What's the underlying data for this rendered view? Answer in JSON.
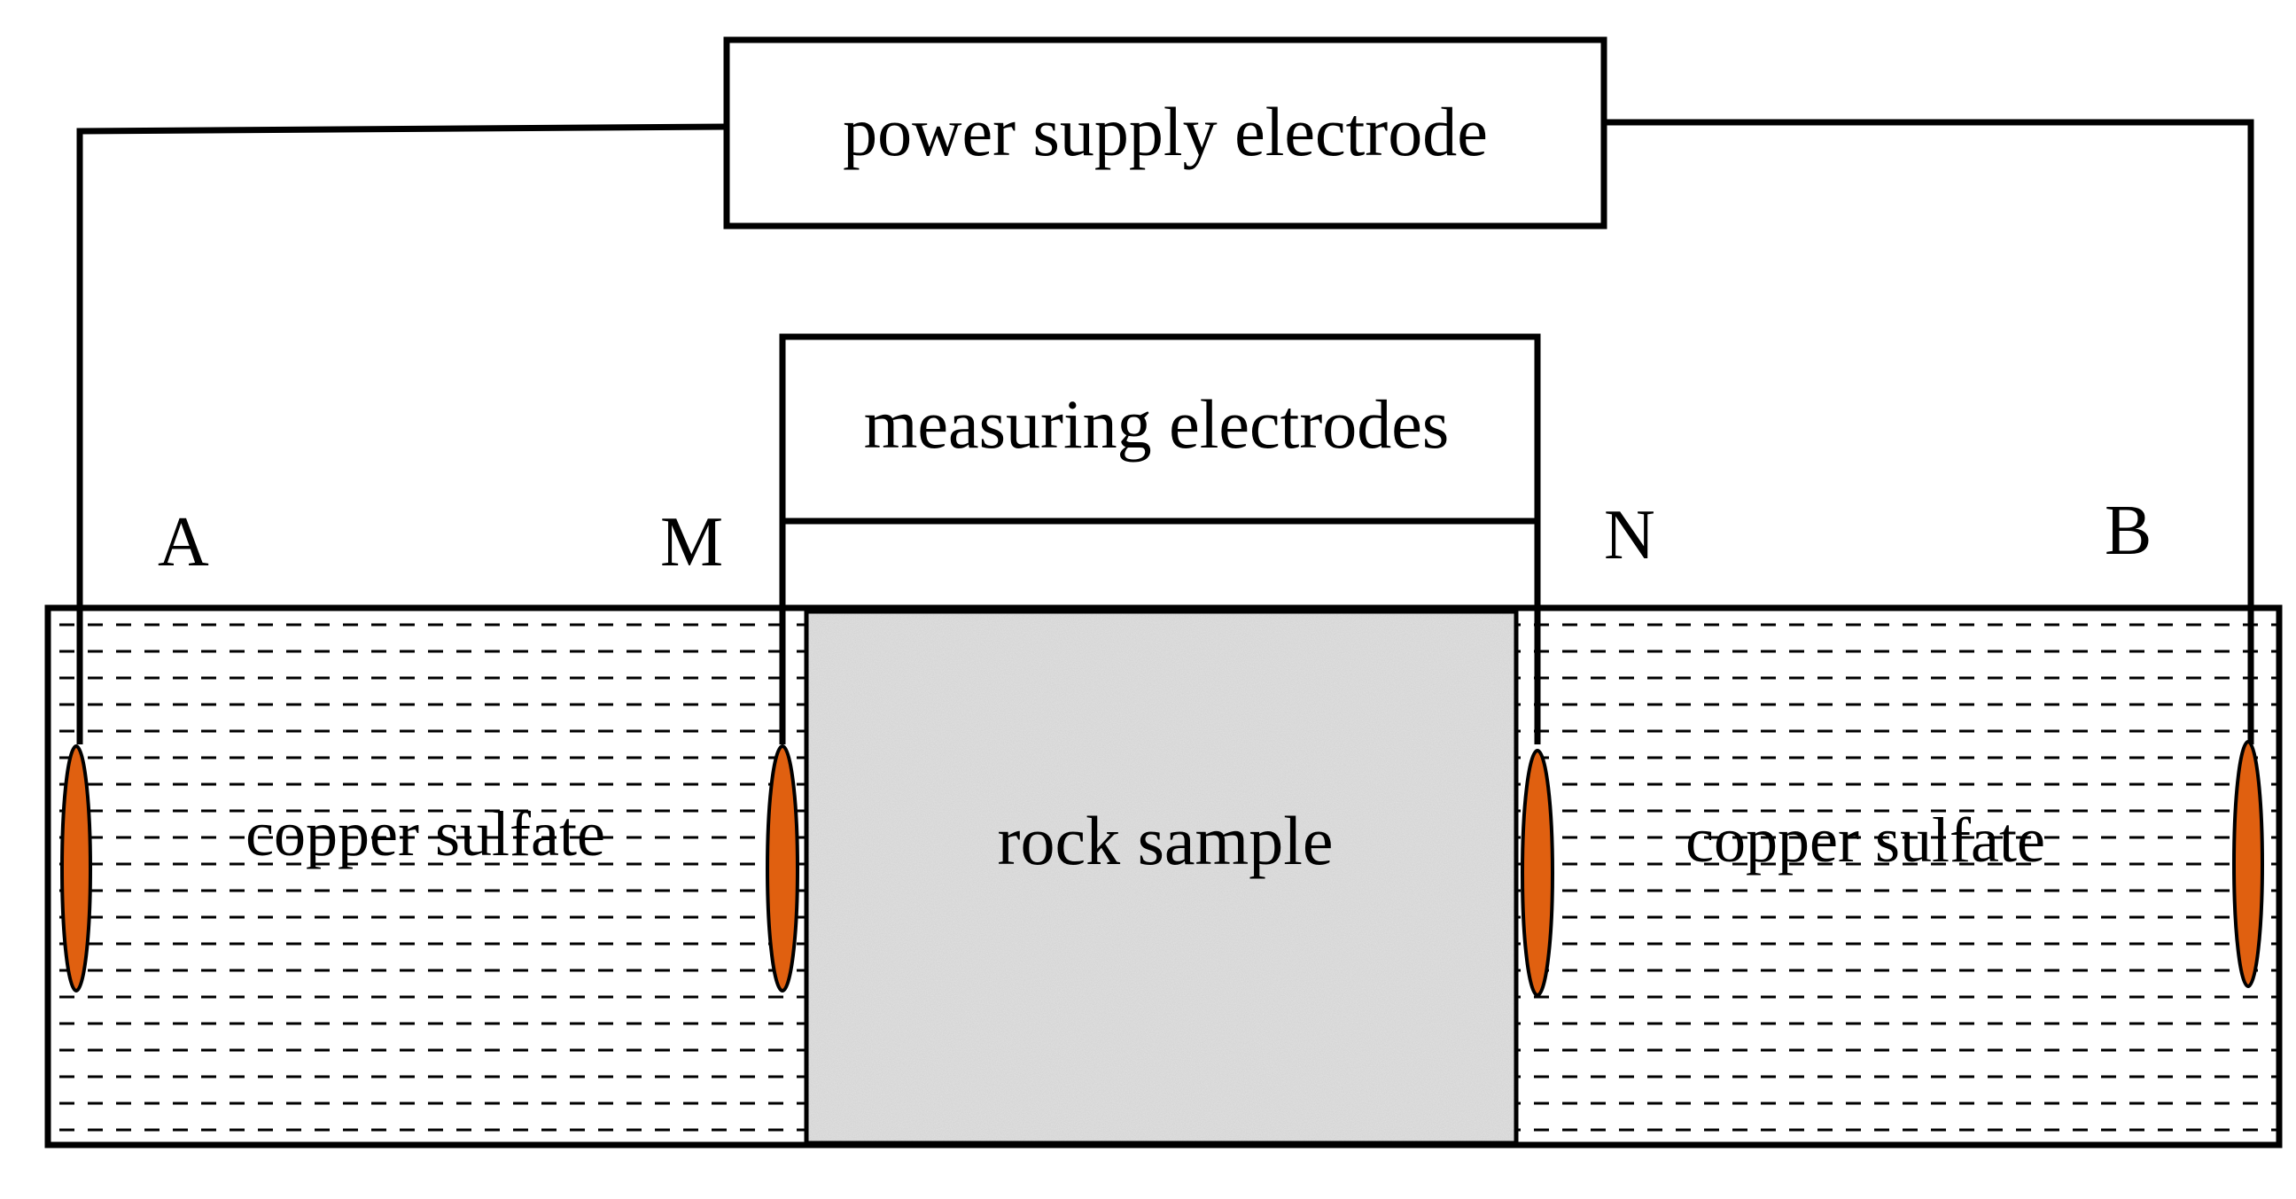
{
  "labels": {
    "power_supply": "power supply electrode",
    "measuring": "measuring electrodes",
    "rock": "rock sample",
    "left_solution": "copper sulfate",
    "right_solution": "copper sulfate"
  },
  "electrodes": {
    "a": "A",
    "m": "M",
    "n": "N",
    "b": "B"
  },
  "colors": {
    "electrode": "#e06010",
    "rock": "#e2e2e2",
    "line": "#000000"
  }
}
